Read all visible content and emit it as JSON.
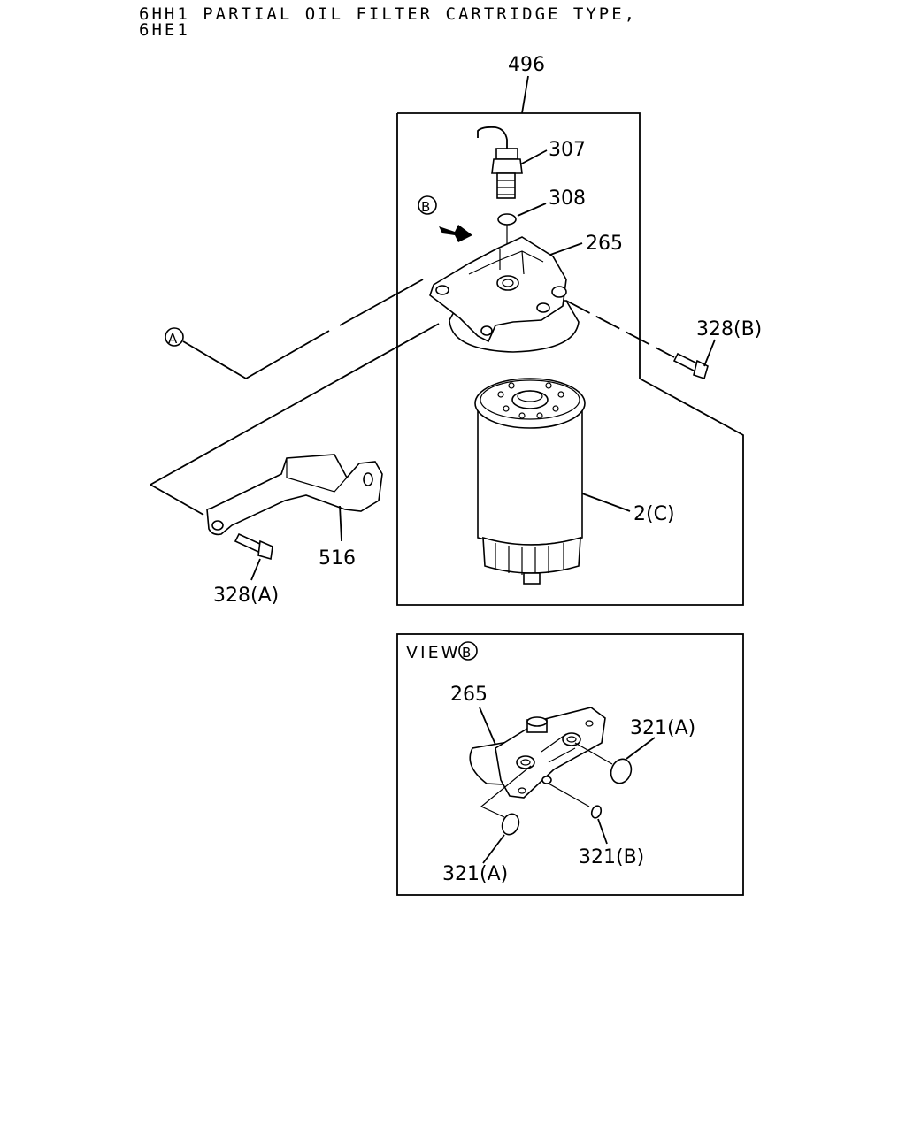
{
  "header": {
    "line1": "6HH1 PARTIAL OIL FILTER CARTRIDGE TYPE,",
    "line2": "6HE1"
  },
  "main_view": {
    "box_label": "496",
    "sensor_label": "307",
    "oring_label": "308",
    "head_label": "265",
    "bolt_b_label": "328(B)",
    "cartridge_label": "2(C)",
    "bracket_label": "516",
    "bolt_a_label": "328(A)",
    "ref_a": "A",
    "ref_b": "B"
  },
  "view_b": {
    "title": "VIEW",
    "ref": "B",
    "head_label": "265",
    "oring_a_top_label": "321(A)",
    "oring_a_bottom_label": "321(A)",
    "oring_b_label": "321(B)"
  }
}
